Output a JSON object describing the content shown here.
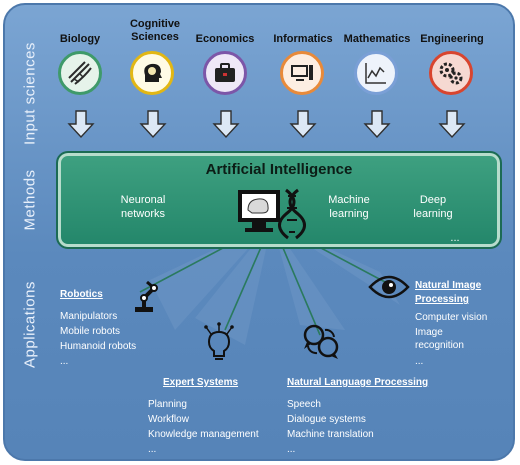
{
  "side_labels": {
    "input": "Input sciences",
    "methods": "Methods",
    "applications": "Applications"
  },
  "sciences": [
    {
      "label": "Biology",
      "icon": "dna-icon",
      "color": "#3f9a6a"
    },
    {
      "label": "Cognitive Sciences",
      "icon": "brain-head-icon",
      "color": "#e2b714"
    },
    {
      "label": "Economics",
      "icon": "briefcase-icon",
      "color": "#7c56a8"
    },
    {
      "label": "Informatics",
      "icon": "computer-icon",
      "color": "#e88a3a"
    },
    {
      "label": "Mathematics",
      "icon": "graph-icon",
      "color": "#7a9fd6"
    },
    {
      "label": "Engineering",
      "icon": "gears-icon",
      "color": "#d8452f"
    }
  ],
  "methods": {
    "title": "Artificial Intelligence",
    "neuronal": "Neuronal networks",
    "machine": "Machine learning",
    "deep": "Deep learning",
    "more": "..."
  },
  "applications": {
    "robotics": {
      "title": "Robotics",
      "items": [
        "Manipulators",
        "Mobile robots",
        "Humanoid robots",
        "..."
      ]
    },
    "expert": {
      "title": "Expert Systems",
      "items": [
        "Planning",
        "Workflow",
        "Knowledge management",
        "..."
      ]
    },
    "nlp": {
      "title": "Natural Language Processing",
      "items": [
        "Speech",
        "Dialogue systems",
        "Machine translation",
        "..."
      ]
    },
    "nip": {
      "title": "Natural Image Processing",
      "items": [
        "Computer vision",
        "Image recognition",
        "..."
      ]
    }
  }
}
